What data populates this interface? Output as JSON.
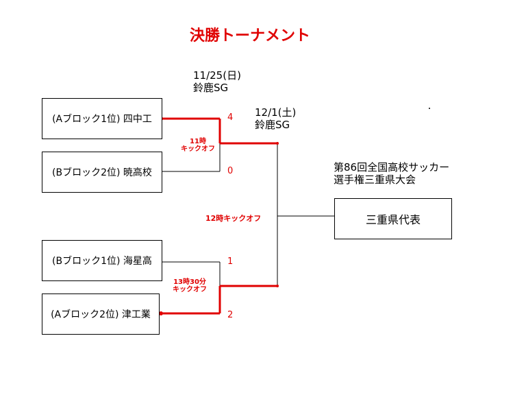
{
  "title": "決勝トーナメント",
  "venue_semi": {
    "date": "11/25(日)",
    "place": "鈴鹿SG"
  },
  "venue_final": {
    "date": "12/1(土)",
    "place": "鈴鹿SG"
  },
  "teams": {
    "a1": "(Aブロック1位) 四中工",
    "b2": "(Bブロック2位) 暁高校",
    "b1": "(Bブロック1位) 海星高",
    "a2": "(Aブロック2位) 津工業"
  },
  "scores": {
    "a1": "4",
    "b2": "0",
    "b1": "1",
    "a2": "2"
  },
  "kickoff_semi1": [
    "11時",
    "キックオフ"
  ],
  "kickoff_semi2": [
    "13時30分",
    "キックオフ"
  ],
  "kickoff_final": "12時キックオフ",
  "championship": [
    "第86回全国高校サッカー",
    "選手権三重県大会"
  ],
  "winner_box": "三重県代表",
  "colors": {
    "winner_line": "#e00000",
    "line": "#000000"
  }
}
